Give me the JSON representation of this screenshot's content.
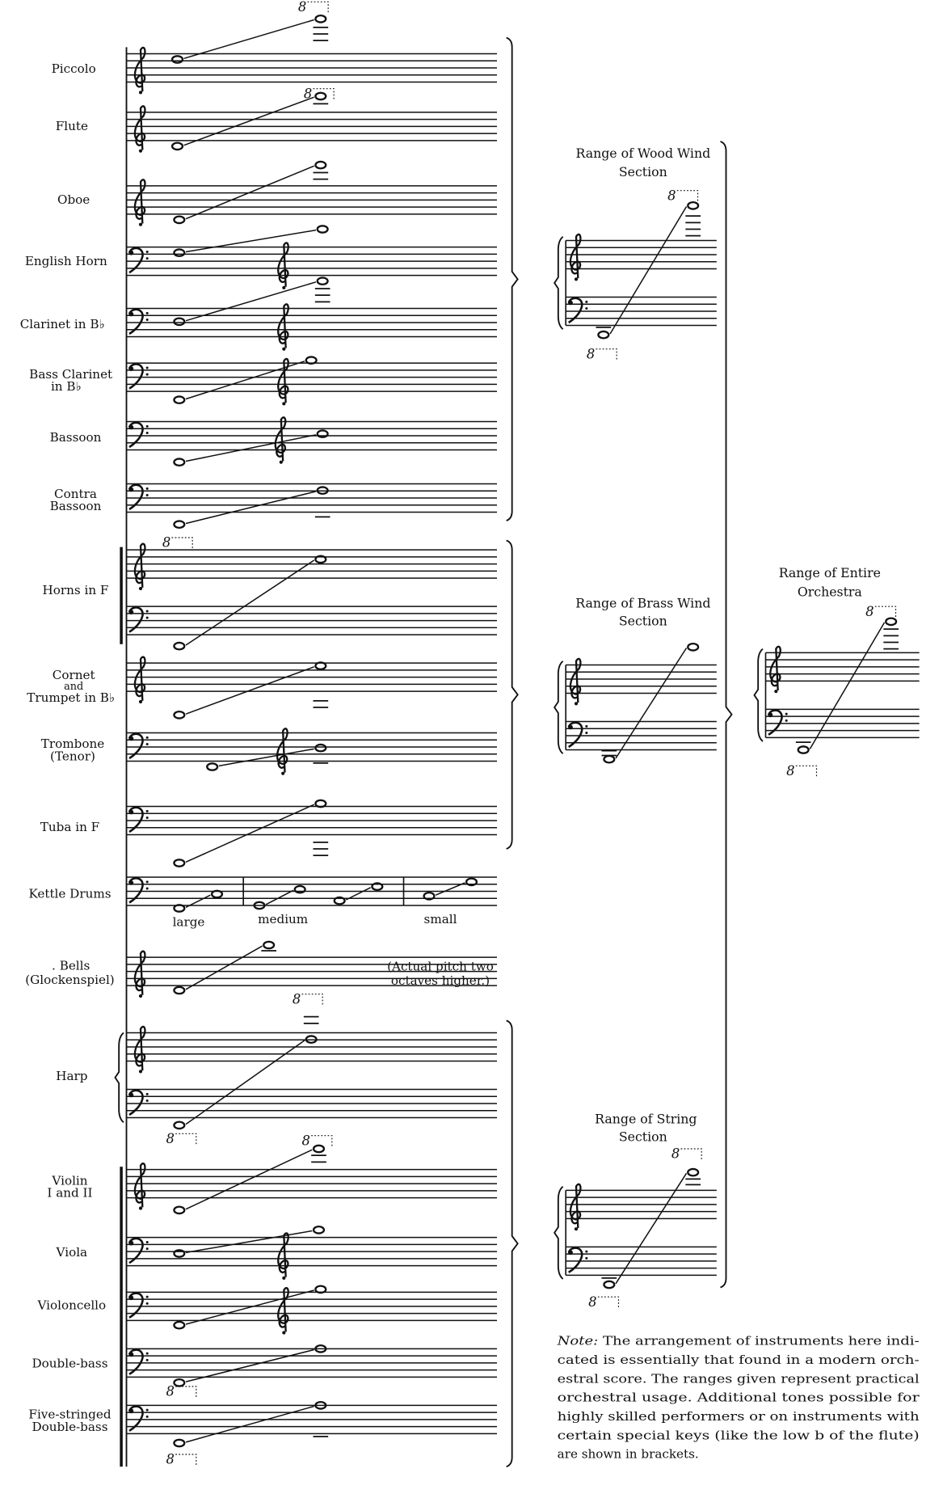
{
  "instruments": [
    {
      "label": "Piccolo"
    },
    {
      "label": "Flute"
    },
    {
      "label": "Oboe"
    },
    {
      "label": "English Horn"
    },
    {
      "label": "Clarinet in B♭"
    },
    {
      "label": "Bass Clarinet",
      "label2": "in B♭"
    },
    {
      "label": "Bassoon"
    },
    {
      "label": "Contra",
      "label2": "Bassoon"
    },
    {
      "label": "Horns in F"
    },
    {
      "label": "Cornet",
      "label2": "and",
      "label3": "Trumpet in B♭"
    },
    {
      "label": "Trombone",
      "label2": "(Tenor)"
    },
    {
      "label": "Tuba in F"
    },
    {
      "label": "Kettle Drums"
    },
    {
      "label": ". Bells",
      "label2": "(Glockenspiel)"
    },
    {
      "label": "Harp"
    },
    {
      "label": "Violin",
      "label2": "I and II"
    },
    {
      "label": "Viola"
    },
    {
      "label": "Violoncello"
    },
    {
      "label": "Double-bass"
    },
    {
      "label": "Five-stringed",
      "label2": "Double-bass"
    }
  ],
  "kettle_drums": {
    "large": "large",
    "medium": "medium",
    "small": "small"
  },
  "bells_note": {
    "line1": "(Actual pitch two",
    "line2": "octaves higher.)"
  },
  "octave_mark": "8",
  "sections": {
    "woodwind": {
      "line1": "Range of Wood Wind",
      "line2": "Section"
    },
    "brass": {
      "line1": "Range of Brass Wind",
      "line2": "Section"
    },
    "string": {
      "line1": "Range of String",
      "line2": "Section"
    },
    "orchestra": {
      "line1": "Range of Entire",
      "line2": "Orchestra"
    }
  },
  "note": {
    "prefix": "Note:",
    "lines": [
      "The arrangement of instruments here indi-",
      "cated is essentially that found in a modern orch-",
      "estral score. The ranges given represent practical",
      "orchestral usage. Additional tones possible for",
      "highly skilled performers or on instruments with",
      "certain special keys (like the low b of the flute)",
      "are shown in brackets."
    ]
  }
}
